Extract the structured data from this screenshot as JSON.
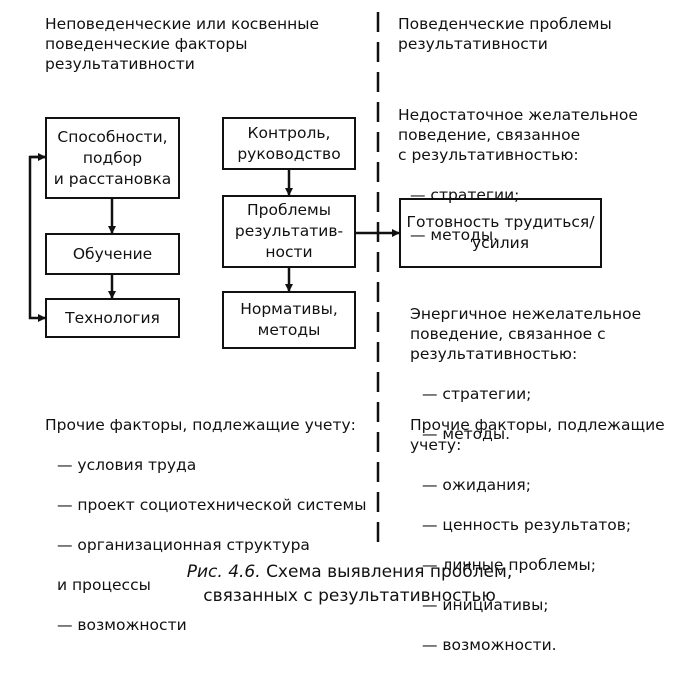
{
  "left_header": "Неповеденческие или косвенные\nповеденческие факторы\nрезультативности",
  "right_header": "Поведенческие проблемы\nрезультативности",
  "boxes": {
    "abilities": "Способности,\nподбор\nи расстановка",
    "training": "Обучение",
    "technology": "Технология",
    "control": "Контроль,\nруководство",
    "problems": "Проблемы\nрезультатив-\nности",
    "norms": "Нормативы,\nметоды",
    "readiness": "Готовность трудиться/\nусилия"
  },
  "insufficient": {
    "title": "Недостаточное желательное\nповедение, связанное\nс результативностью:",
    "items": [
      "— стратегии;",
      "— методы."
    ]
  },
  "energetic": {
    "title": "Энергичное нежелательное\nповедение, связанное с\nрезультативностью:",
    "items": [
      "— стратегии;",
      "— методы."
    ]
  },
  "left_other": {
    "title": "Прочие факторы, подлежащие учету:",
    "items": [
      "— условия труда",
      "— проект социотехнической системы",
      "— организационная структура",
      "и процессы",
      "— возможности"
    ]
  },
  "right_other": {
    "title": "Прочие факторы, подлежащие\nучету:",
    "items": [
      "— ожидания;",
      "— ценность результатов;",
      "— личные проблемы;",
      "— инициативы;",
      "— возможности."
    ]
  },
  "caption": {
    "figure": "Рис. 4.6.",
    "text_line1": "Схема выявления проблем,",
    "text_line2": "связанных с результативностью"
  }
}
